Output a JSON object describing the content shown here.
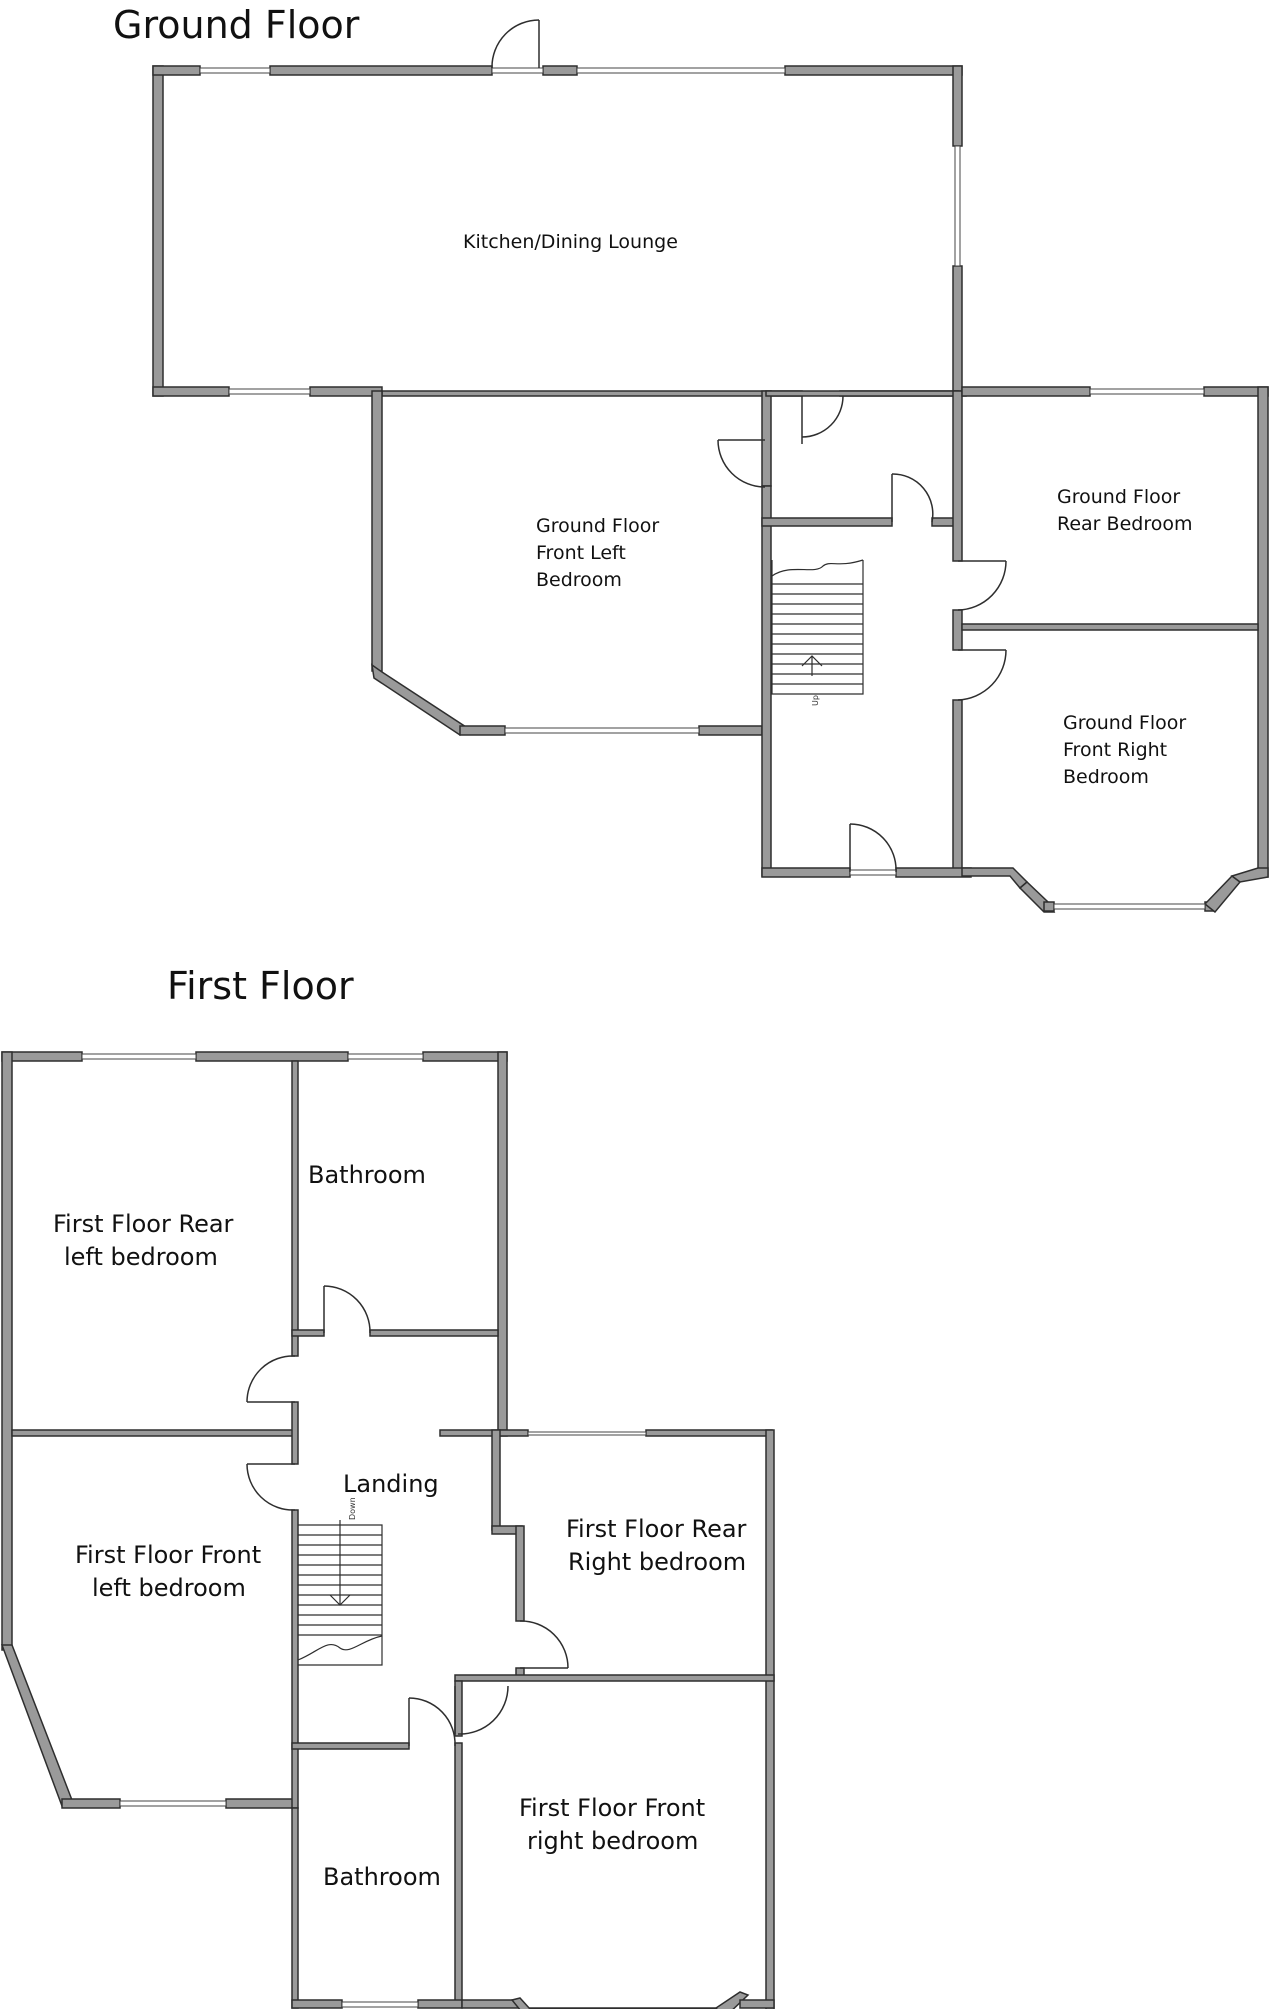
{
  "ground_floor": {
    "title": "Ground Floor",
    "rooms": {
      "kitchen": "Kitchen/Dining Lounge",
      "front_left": [
        "Ground Floor",
        "Front Left",
        "Bedroom"
      ],
      "rear_bedroom": [
        "Ground Floor",
        "Rear Bedroom"
      ],
      "front_right": [
        "Ground Floor",
        "Front Right",
        "Bedroom"
      ]
    },
    "stair_label": "Up"
  },
  "first_floor": {
    "title": "First Floor",
    "rooms": {
      "rear_left": [
        "First Floor Rear",
        "left bedroom"
      ],
      "bathroom_top": "Bathroom",
      "landing": "Landing",
      "front_left": [
        "First Floor Front",
        "left bedroom"
      ],
      "rear_right": [
        "First Floor Rear",
        "Right bedroom"
      ],
      "front_right": [
        "First Floor Front",
        "right bedroom"
      ],
      "bathroom_bottom": "Bathroom"
    },
    "stair_label": "Down"
  },
  "colors": {
    "wall_fill": "#9a9a9a",
    "wall_outline": "#2e2e2e",
    "background": "#ffffff"
  }
}
